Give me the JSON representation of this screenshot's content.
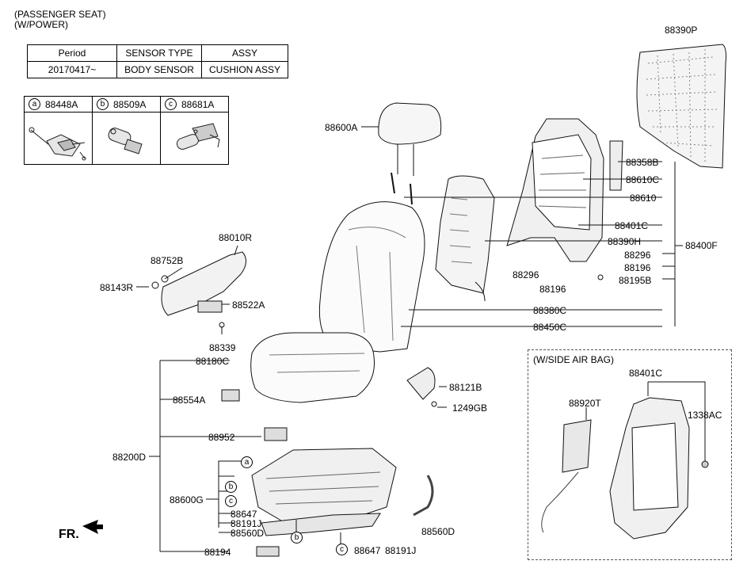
{
  "header": {
    "line1": "(PASSENGER SEAT)",
    "line2": "(W/POWER)"
  },
  "period_table": {
    "headers": [
      "Period",
      "SENSOR TYPE",
      "ASSY"
    ],
    "row": [
      "20170417~",
      "BODY SENSOR",
      "CUSHION ASSY"
    ]
  },
  "legend": [
    {
      "letter": "a",
      "part": "88448A"
    },
    {
      "letter": "b",
      "part": "88509A"
    },
    {
      "letter": "c",
      "part": "88681A"
    }
  ],
  "labels": {
    "p88390P": "88390P",
    "p88600A": "88600A",
    "p88358B": "88358B",
    "p88610C": "88610C",
    "p88610": "88610",
    "p88401C": "88401C",
    "p88390H": "88390H",
    "p88400F": "88400F",
    "p88296r": "88296",
    "p88196r": "88196",
    "p88195B": "88195B",
    "p88296": "88296",
    "p88196": "88196",
    "p88380C": "88380C",
    "p88450C": "88450C",
    "p88010R": "88010R",
    "p88752B": "88752B",
    "p88143R": "88143R",
    "p88522A": "88522A",
    "p88339": "88339",
    "p88180C": "88180C",
    "p88121B": "88121B",
    "p1249GB": "1249GB",
    "p88554A": "88554A",
    "p88952": "88952",
    "p88200D": "88200D",
    "p88600G": "88600G",
    "p88647": "88647",
    "p88191J": "88191J",
    "p88560D": "88560D",
    "p88560D2": "88560D",
    "p88647b": "88647",
    "p88191Jb": "88191J",
    "p88194": "88194"
  },
  "callouts": {
    "a": "a",
    "b": "b",
    "c": "c"
  },
  "airbag_box": {
    "title": "(W/SIDE AIR BAG)",
    "p88401C": "88401C",
    "p88920T": "88920T",
    "p1338AC": "1338AC"
  },
  "direction": "FR."
}
